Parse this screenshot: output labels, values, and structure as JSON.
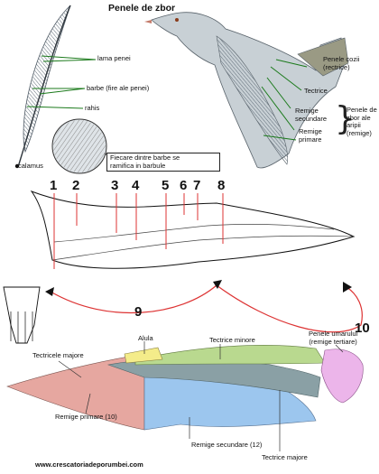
{
  "top": {
    "title": "Penele de zbor",
    "feather_labels": {
      "lama": "lama penei",
      "barbe": "barbe (fire ale penei)",
      "rahis": "rahis",
      "calamus": "calamus",
      "detail_note_line1": "Fiecare dintre barbe se",
      "detail_note_line2": "ramifica in barbule"
    },
    "pigeon_labels": {
      "coada_line1": "Penele cozii",
      "coada_line2": "(rectrice)",
      "tectrice": "Tectrice",
      "secundare_line1": "Remige",
      "secundare_line2": "secundare",
      "primare_line1": "Remige",
      "primare_line2": "primare",
      "aripa_line1": "Penele de",
      "aripa_line2": "zbor ale",
      "aripa_line3": "aripii",
      "aripa_line4": "(remige)"
    }
  },
  "middle": {
    "numbers": [
      "1",
      "2",
      "3",
      "4",
      "5",
      "6",
      "7",
      "8",
      "9",
      "10"
    ]
  },
  "bottom": {
    "labels": {
      "alula": "Alula",
      "tectrice_minore": "Tectrice minore",
      "umar_line1": "Penele umarului",
      "umar_line2": "(remige tertiare)",
      "tectricele_majore": "Tectricele  majore",
      "remige_primare": "Remige primare (10)",
      "remige_secundare": "Remige secundare  (12)",
      "tectrice_majore": "Tectrice majore"
    },
    "colors": {
      "alula": "#f4ec8a",
      "tectrice_minore": "#b9d98f",
      "tectrice_majore": "#8aa0a5",
      "remige_primare": "#e6a7a0",
      "remige_secundare": "#9cc6ee",
      "tertiare": "#ecb5ea"
    }
  },
  "footer": {
    "website": "www.crescatoriadeporumbei.com"
  }
}
